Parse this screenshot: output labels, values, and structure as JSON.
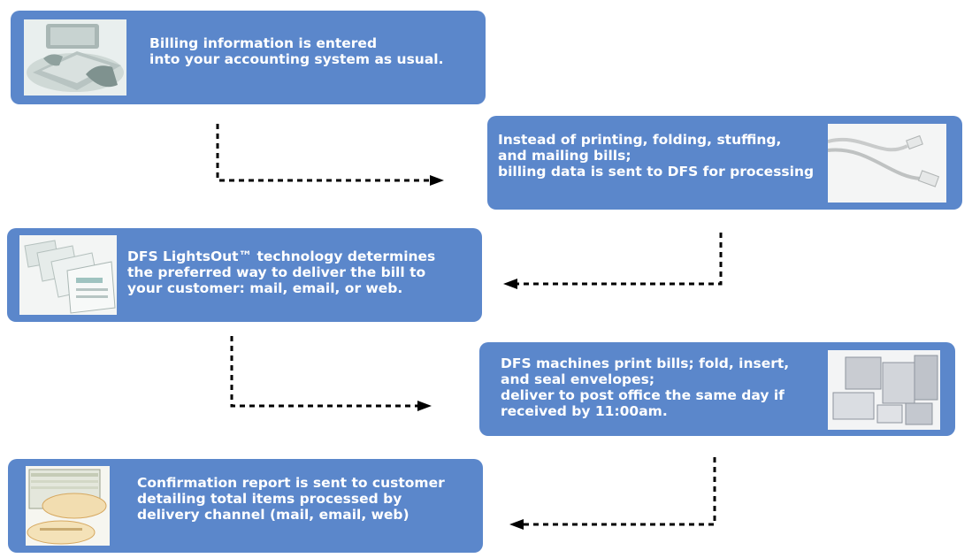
{
  "colors": {
    "box": "#5b87cb",
    "text": "#ffffff",
    "connector": "#000000"
  },
  "steps": [
    {
      "text": "Billing information is entered\ninto your accounting system as usual.",
      "icon": "keyboard-typing-icon"
    },
    {
      "text": "Instead  of  printing,  folding,  stuffing,\nand mailing bills;\nbilling data is sent to DFS for processing",
      "icon": "network-cable-icon"
    },
    {
      "text": "DFS LightsOut™ technology determines\nthe preferred way to deliver the bill to\nyour customer: mail, email, or web.",
      "icon": "document-stack-icon"
    },
    {
      "text": "DFS machines print bills; fold, insert,\nand seal envelopes;\ndeliver to post office the same day if\nreceived by 11:00am.",
      "icon": "printing-machines-icon"
    },
    {
      "text": "Confirmation report is sent to customer\ndetailing total items processed by\ndelivery channel (mail, email, web)",
      "icon": "report-spreadsheet-icon"
    }
  ]
}
